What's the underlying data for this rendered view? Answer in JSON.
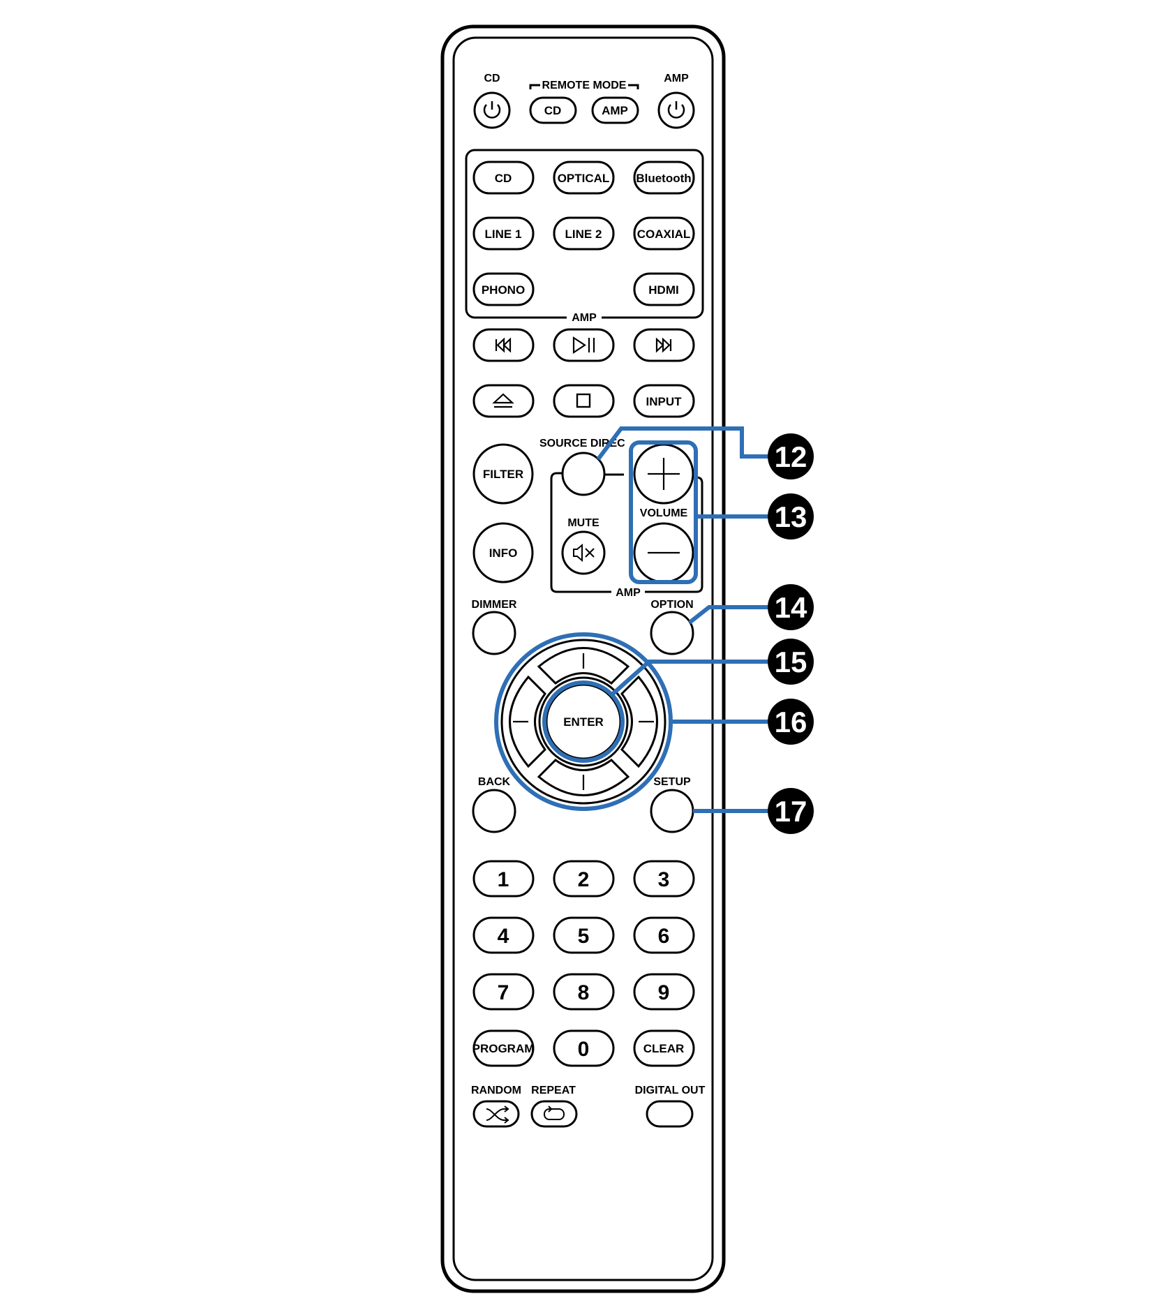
{
  "top": {
    "cd_label": "CD",
    "remote_mode_label": "REMOTE MODE",
    "amp_label": "AMP",
    "remote_mode_cd": "CD",
    "remote_mode_amp": "AMP"
  },
  "inputs": {
    "cd": "CD",
    "optical": "OPTICAL",
    "bluetooth": "Bluetooth",
    "line1": "LINE 1",
    "line2": "LINE 2",
    "coaxial": "COAXIAL",
    "phono": "PHONO",
    "hdmi": "HDMI",
    "group_label": "AMP"
  },
  "transport": {
    "input": "INPUT"
  },
  "mid": {
    "filter": "FILTER",
    "info": "INFO",
    "source_direct": "SOURCE DIREC",
    "mute": "MUTE",
    "volume": "VOLUME",
    "amp_group_label": "AMP"
  },
  "nav": {
    "dimmer": "DIMMER",
    "option": "OPTION",
    "enter": "ENTER",
    "back": "BACK",
    "setup": "SETUP"
  },
  "numpad": {
    "keys": [
      "1",
      "2",
      "3",
      "4",
      "5",
      "6",
      "7",
      "8",
      "9"
    ],
    "program": "PROGRAM",
    "zero": "0",
    "clear": "CLEAR"
  },
  "bottom": {
    "random": "RANDOM",
    "repeat": "REPEAT",
    "digital_out": "DIGITAL OUT"
  },
  "callouts": [
    "12",
    "13",
    "14",
    "15",
    "16",
    "17"
  ],
  "colors": {
    "callout_line": "#2e6fb5",
    "callout_badge": "#000000",
    "outline": "#000000"
  }
}
